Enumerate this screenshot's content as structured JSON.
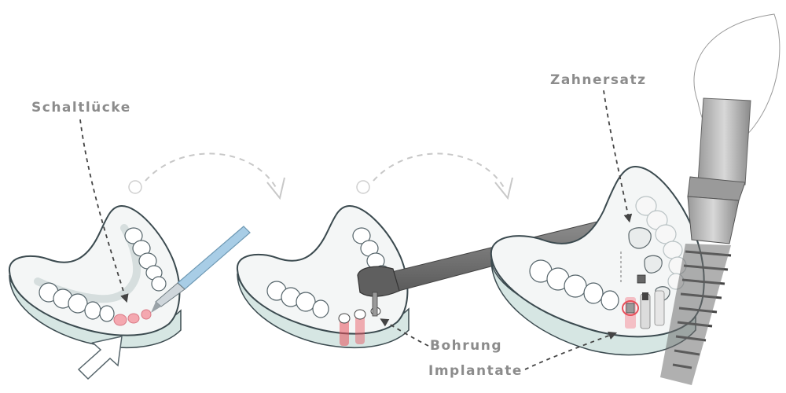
{
  "labels": {
    "gap": "Schaltlücke",
    "denture": "Zahnersatz",
    "drilling": "Bohrung",
    "implants": "Implantate"
  },
  "colors": {
    "label": "#8c8c8c",
    "jaw_fill": "#f4f6f6",
    "jaw_stroke": "#3b4a4f",
    "gum_base": "#d6e6e3",
    "tooth_fill": "#ffffff",
    "gap_mark": "#f4a8b0",
    "implant_red": "#e8505b",
    "tool_grey": "#6f6f6f",
    "scalpel_blue": "#a8cde6",
    "flow_arrow": "#c8c8c8",
    "pointer_arrow": "#444444"
  },
  "icons": {
    "flow": "dashed-curved-arrow-icon",
    "pointer": "dashed-pointer-arrow-icon",
    "cursor": "hand-pointer-arrow-icon",
    "scalpel": "scalpel-icon",
    "drill": "dental-drill-icon",
    "implant": "implant-screw-icon"
  }
}
